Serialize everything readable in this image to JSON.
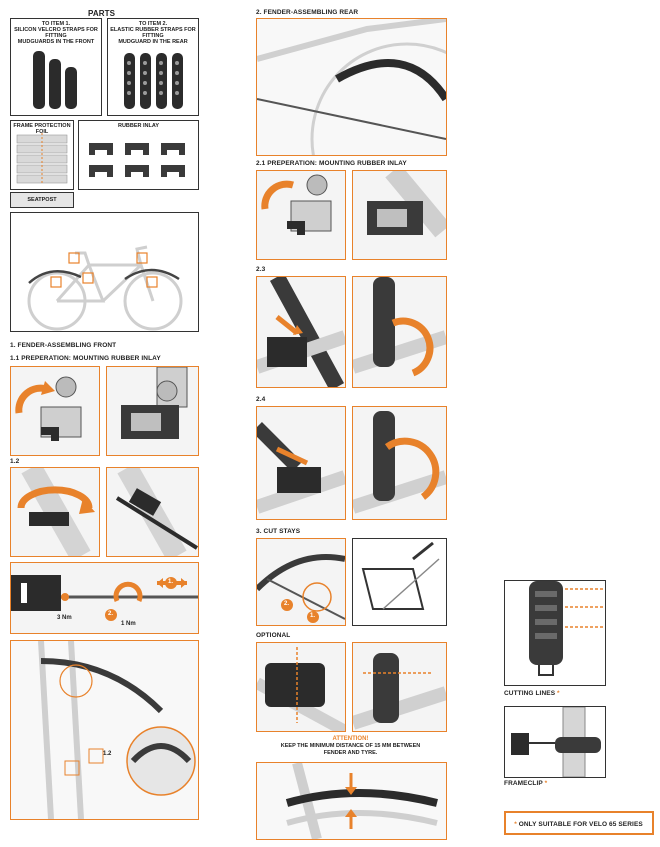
{
  "colors": {
    "accent": "#e8822b",
    "dark": "#2b2b2b",
    "light": "#d9d9d9"
  },
  "parts": {
    "title": "PARTS",
    "item1": "TO ITEM 1.\nSILICON VELCRO STRAPS FOR FITTING\nMUDGUARDS IN THE FRONT",
    "item2": "TO ITEM 2.\nELASTIC RUBBER STRAPS FOR FITTING\nMUDGUARD IN THE REAR",
    "frame_foil": "FRAME PROTECTION FOIL",
    "rubber_inlay": "RUBBER INLAY",
    "seatpost": "SEATPOST"
  },
  "front": {
    "title": "1. FENDER-ASSEMBLING FRONT",
    "step11": "1.1 PREPERATION: MOUNTING RUBBER INLAY",
    "step12": "1.2",
    "torque_3": "3 Nm",
    "torque_1": "1 Nm",
    "badge1": "1.",
    "badge2": "2.",
    "label12": "1.2"
  },
  "rear": {
    "title": "2. FENDER-ASSEMBLING REAR",
    "step21": "2.1 PREPERATION: MOUNTING RUBBER INLAY",
    "step23": "2.3",
    "step24": "2.4",
    "step3": "3. CUT STAYS",
    "optional": "OPTIONAL",
    "attention": "ATTENTION!",
    "keep": "KEEP THE MINIMUM DISTANCE OF 15 MM BETWEEN\nFENDER AND TYRE.",
    "badge1": "1.",
    "badge2": "2."
  },
  "right": {
    "cutting": "CUTTING LINES",
    "frameclip": "FRAMECLIP",
    "star": "*",
    "note": "ONLY SUITABLE FOR VELO 65 SERIES"
  }
}
